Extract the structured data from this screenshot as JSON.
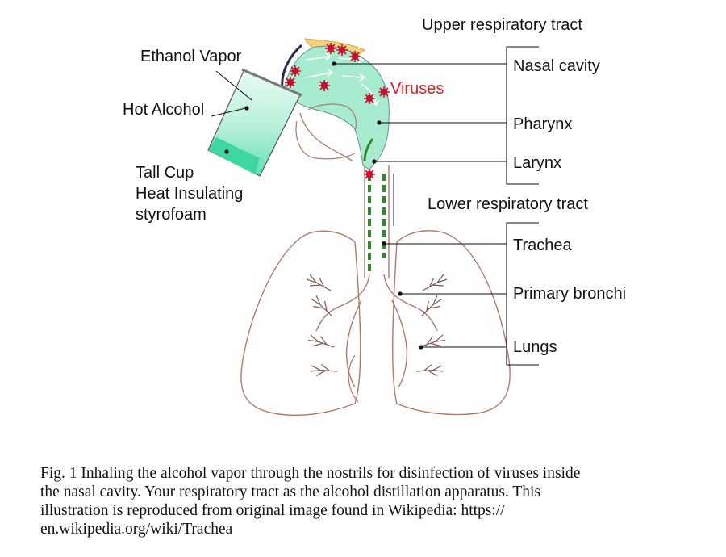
{
  "labels": {
    "ethanol_vapor": "Ethanol Vapor",
    "hot_alcohol": "Hot Alcohol",
    "cup_line1": "Tall Cup",
    "cup_line2": "Heat Insulating",
    "cup_line3": "styrofoam",
    "viruses": "Viruses",
    "upper_tract": "Upper respiratory tract",
    "nasal_cavity": "Nasal cavity",
    "pharynx": "Pharynx",
    "larynx": "Larynx",
    "lower_tract": "Lower respiratory tract",
    "trachea": "Trachea",
    "primary_bronchi": "Primary bronchi",
    "lungs": "Lungs"
  },
  "caption": {
    "line1": "Fig. 1  Inhaling the alcohol vapor through the nostrils for disinfection of viruses inside",
    "line2": "the nasal cavity. Your respiratory tract as the alcohol distillation apparatus. This",
    "line3": "illustration is reproduced from original image found in Wikipedia: https://",
    "line4": "en.wikipedia.org/wiki/Trachea"
  },
  "colors": {
    "vapor_fill": "#a8ecd0",
    "liquid_fill": "#3fd7a0",
    "virus": "#c8102e",
    "lung_outline": "#b07a6a",
    "trachea_green": "#2e8a2e",
    "label_red": "#d21f1f"
  }
}
